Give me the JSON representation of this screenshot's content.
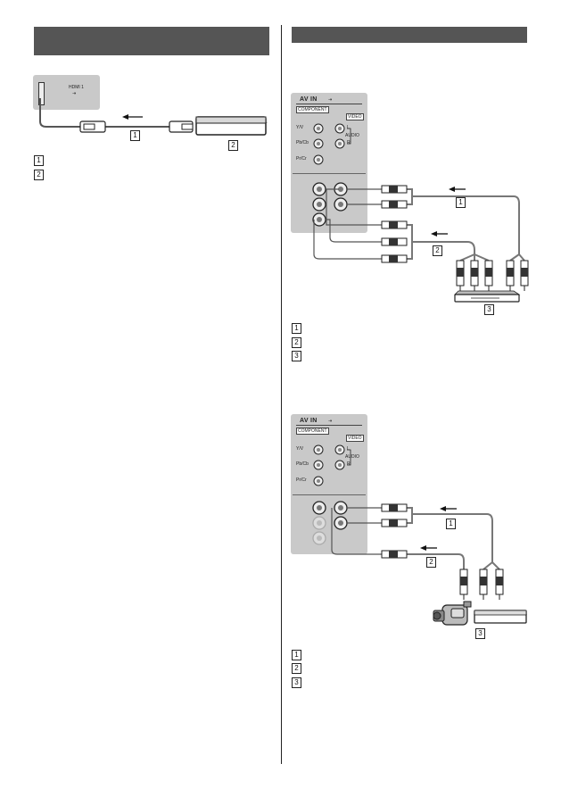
{
  "hdmi_section": {
    "port_label": "HDMI 1",
    "callouts": [
      "1",
      "2"
    ],
    "legend": [
      {
        "num": "1"
      },
      {
        "num": "2"
      }
    ]
  },
  "av_section": {
    "panel": {
      "title": "AV IN",
      "sub_label": "COMPONENT",
      "video_label": "VIDEO",
      "y_label": "Y/V",
      "pb_label": "Pb/Cb",
      "pr_label": "Pr/Cr",
      "audio_label": "AUDIO",
      "l_label": "L",
      "r_label": "R"
    },
    "diagram1": {
      "callouts": [
        "1",
        "2",
        "3"
      ],
      "legend": [
        {
          "num": "1"
        },
        {
          "num": "2"
        },
        {
          "num": "3"
        }
      ]
    },
    "diagram2": {
      "callouts": [
        "1",
        "2",
        "3"
      ],
      "legend": [
        {
          "num": "1"
        },
        {
          "num": "2"
        },
        {
          "num": "3"
        }
      ]
    }
  },
  "colors": {
    "bar": "#555555",
    "panel": "#c9c9c9",
    "cable": "#777777"
  }
}
